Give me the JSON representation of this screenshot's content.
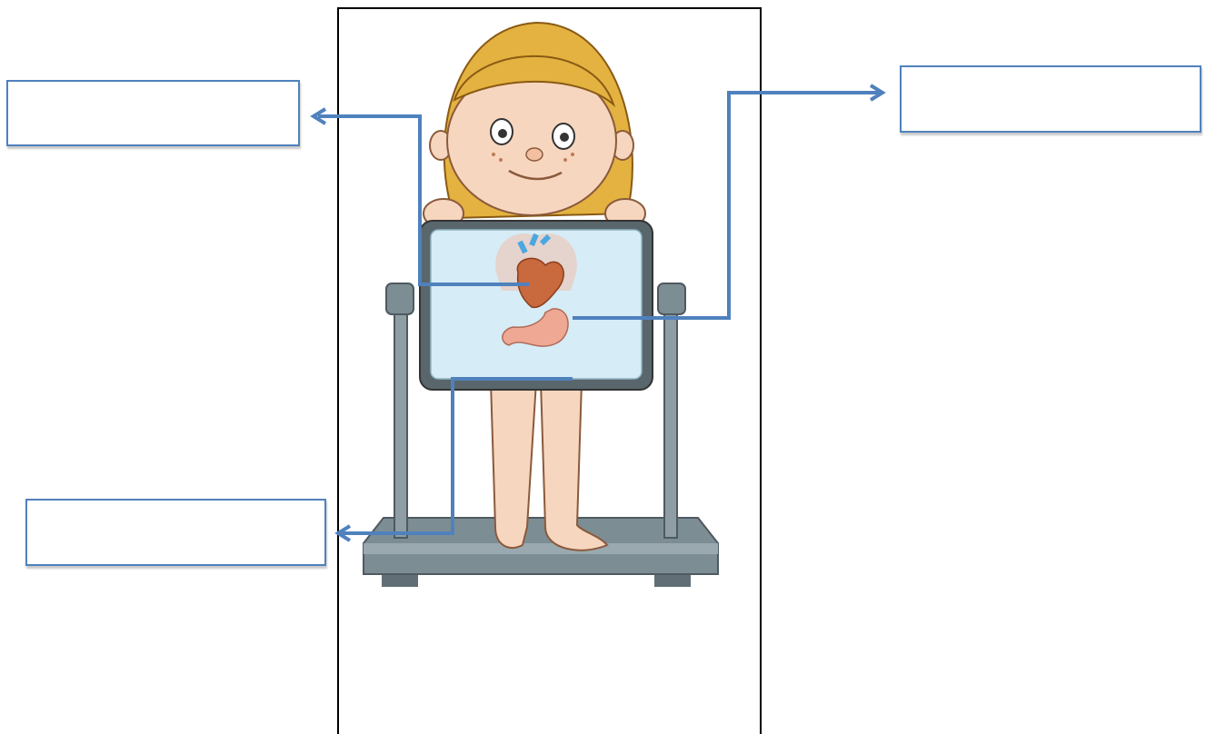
{
  "worksheet": {
    "labels": [
      {
        "id": "heart",
        "text": ""
      },
      {
        "id": "stomach",
        "text": ""
      },
      {
        "id": "legs",
        "text": ""
      }
    ]
  },
  "colors": {
    "arrow": "#4f81bd",
    "hair": "#e3b240",
    "skin": "#f7d6bf",
    "screen": "#d6ecf6",
    "stand": "#7d8d94",
    "heart": "#c8693e",
    "stomach": "#eea894",
    "vessels": "#4aa7e0"
  }
}
